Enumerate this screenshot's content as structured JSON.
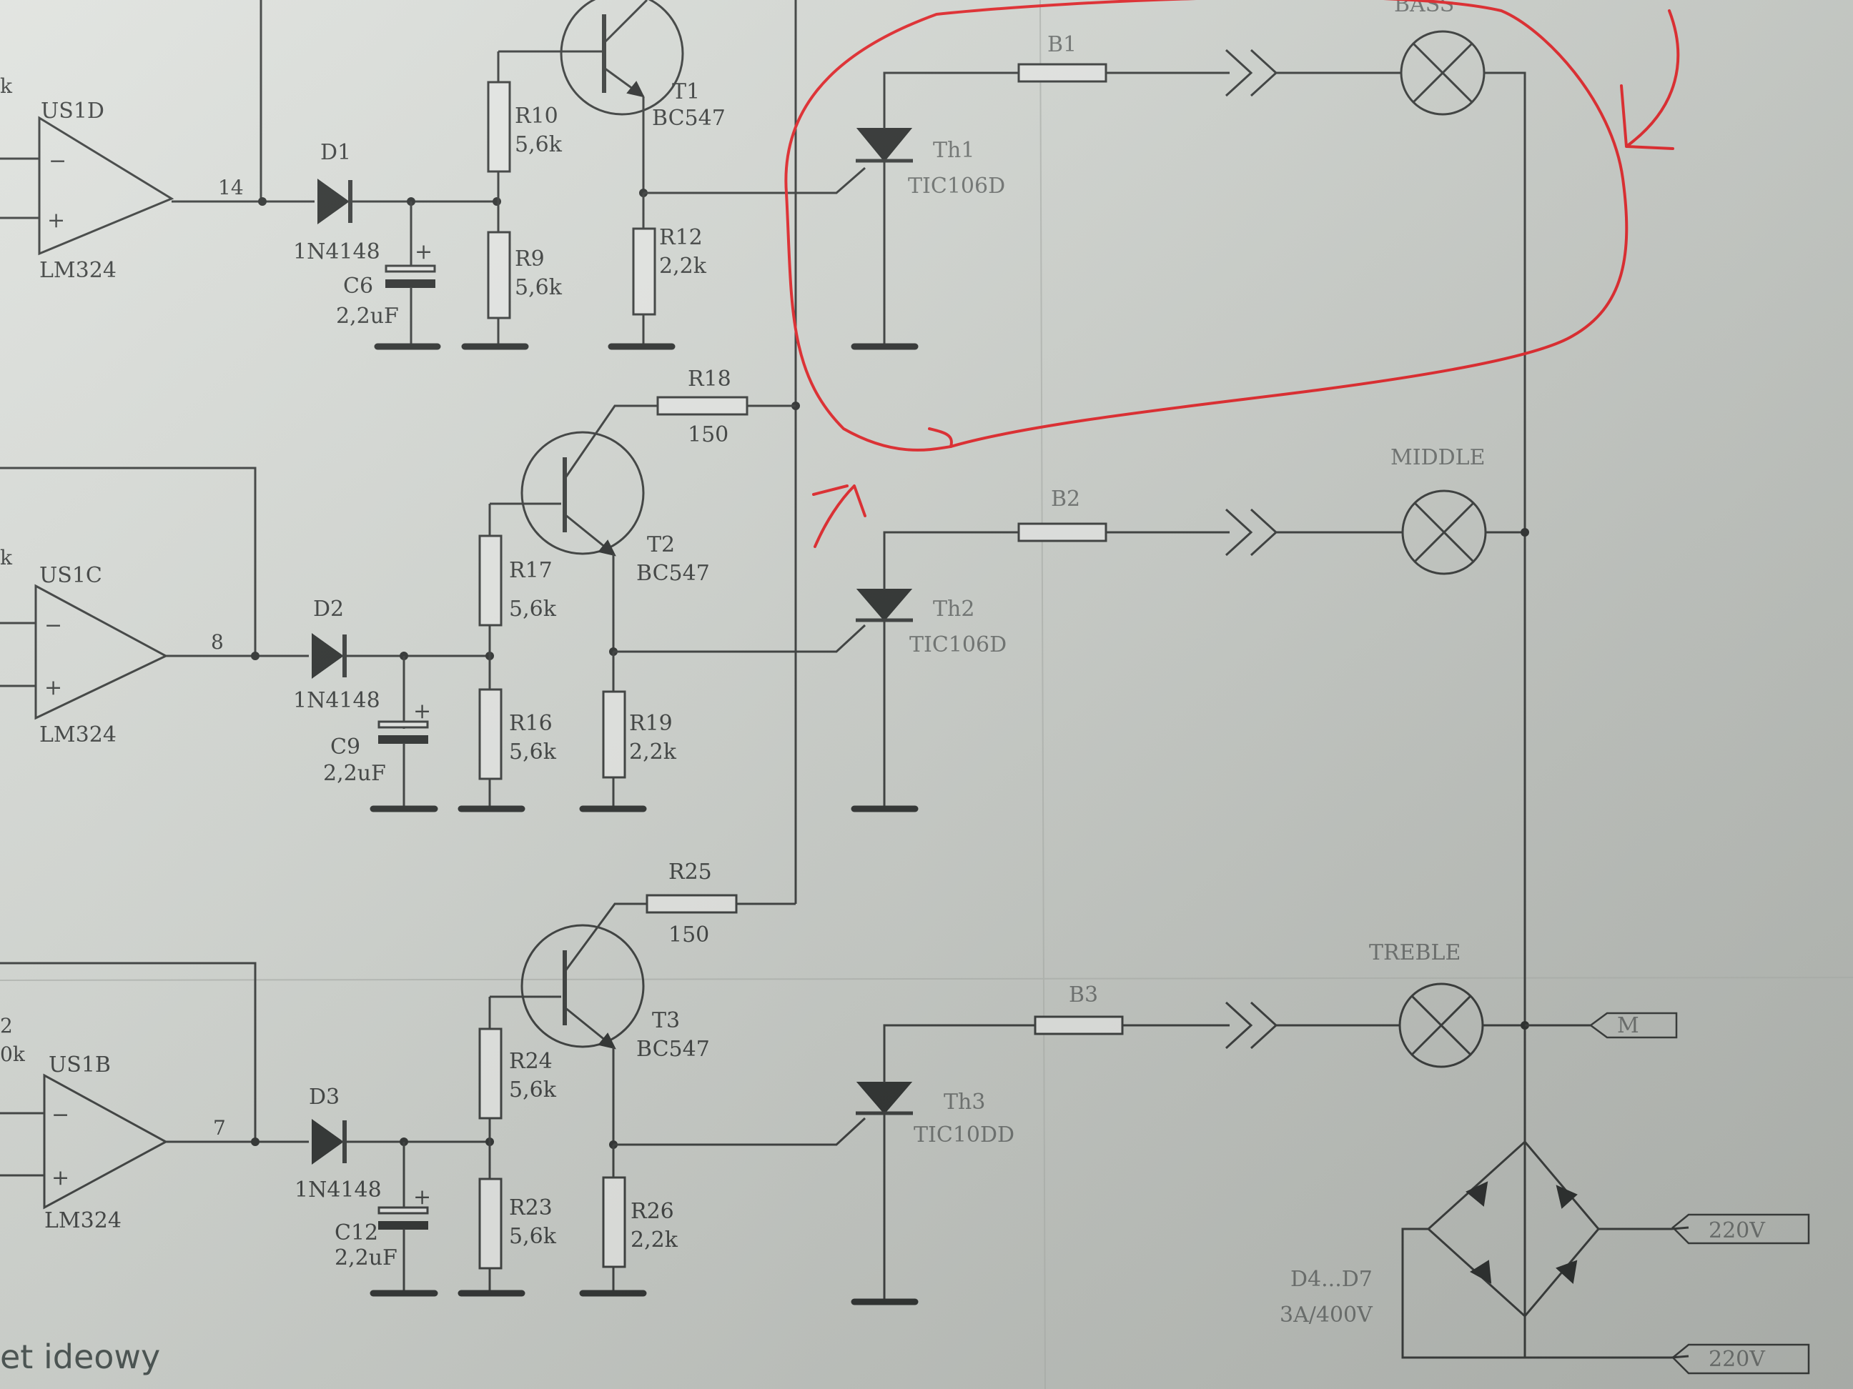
{
  "opamps": [
    {
      "name": "US1D",
      "part": "LM324",
      "pin": "14"
    },
    {
      "name": "US1C",
      "part": "LM324",
      "pin": "8"
    },
    {
      "name": "US1B",
      "part": "LM324",
      "pin": "7"
    }
  ],
  "input_fragments": [
    "k",
    "k",
    "2",
    "0k"
  ],
  "opamp_signs": {
    "minus": "−",
    "plus": "+"
  },
  "diodes": [
    {
      "name": "D1",
      "part": "1N4148"
    },
    {
      "name": "D2",
      "part": "1N4148"
    },
    {
      "name": "D3",
      "part": "1N4148"
    }
  ],
  "capacitors": [
    {
      "name": "C6",
      "value": "2,2uF"
    },
    {
      "name": "C9",
      "value": "2,2uF"
    },
    {
      "name": "C12",
      "value": "2,2uF"
    }
  ],
  "cap_plus": "+",
  "resistors": {
    "R10": {
      "name": "R10",
      "value": "5,6k"
    },
    "R9": {
      "name": "R9",
      "value": "5,6k"
    },
    "R12": {
      "name": "R12",
      "value": "2,2k"
    },
    "R18": {
      "name": "R18",
      "value": "150"
    },
    "R17": {
      "name": "R17",
      "value": "5,6k"
    },
    "R16": {
      "name": "R16",
      "value": "5,6k"
    },
    "R19": {
      "name": "R19",
      "value": "2,2k"
    },
    "R25": {
      "name": "R25",
      "value": "150"
    },
    "R24": {
      "name": "R24",
      "value": "5,6k"
    },
    "R23": {
      "name": "R23",
      "value": "5,6k"
    },
    "R26": {
      "name": "R26",
      "value": "2,2k"
    }
  },
  "transistors": [
    {
      "name": "T1",
      "part": "BC547"
    },
    {
      "name": "T2",
      "part": "BC547"
    },
    {
      "name": "T3",
      "part": "BC547"
    }
  ],
  "thyristors": [
    {
      "name": "Th1",
      "part": "TIC106D"
    },
    {
      "name": "Th2",
      "part": "TIC106D"
    },
    {
      "name": "Th3",
      "part": "TIC10DD"
    }
  ],
  "fuses": [
    "B1",
    "B2",
    "B3"
  ],
  "lamps": [
    "BASS",
    "MIDDLE",
    "TREBLE"
  ],
  "terminal_m": "M",
  "bridge": {
    "name": "D4...D7",
    "rating": "3A/400V"
  },
  "mains": [
    "220V",
    "220V"
  ],
  "caption": "et ideowy",
  "annotation": {
    "color": "#e2262a"
  }
}
